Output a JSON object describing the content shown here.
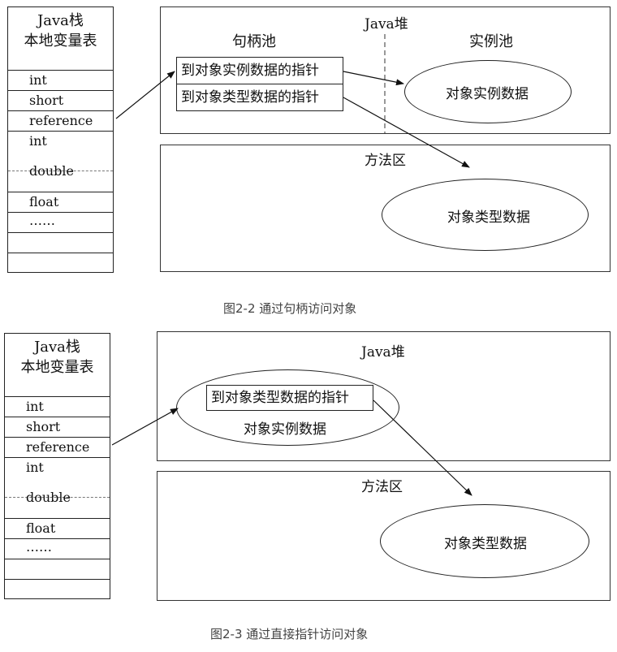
{
  "fig1": {
    "stack_title_line1": "Java栈",
    "stack_title_line2": "本地变量表",
    "rows": [
      "int",
      "short",
      "reference",
      "int",
      "double",
      "float",
      "……",
      "",
      ""
    ],
    "heap_label": "Java堆",
    "handle_pool_label": "句柄池",
    "instance_pool_label": "实例池",
    "ptr_instance": "到对象实例数据的指针",
    "ptr_type": "到对象类型数据的指针",
    "instance_data": "对象实例数据",
    "method_area_label": "方法区",
    "type_data": "对象类型数据",
    "caption": "图2-2   通过句柄访问对象"
  },
  "fig2": {
    "stack_title_line1": "Java栈",
    "stack_title_line2": "本地变量表",
    "rows": [
      "int",
      "short",
      "reference",
      "int",
      "double",
      "float",
      "……",
      "",
      ""
    ],
    "heap_label": "Java堆",
    "ptr_type": "到对象类型数据的指针",
    "instance_data": "对象实例数据",
    "method_area_label": "方法区",
    "type_data": "对象类型数据",
    "caption": "图2-3   通过直接指针访问对象"
  }
}
